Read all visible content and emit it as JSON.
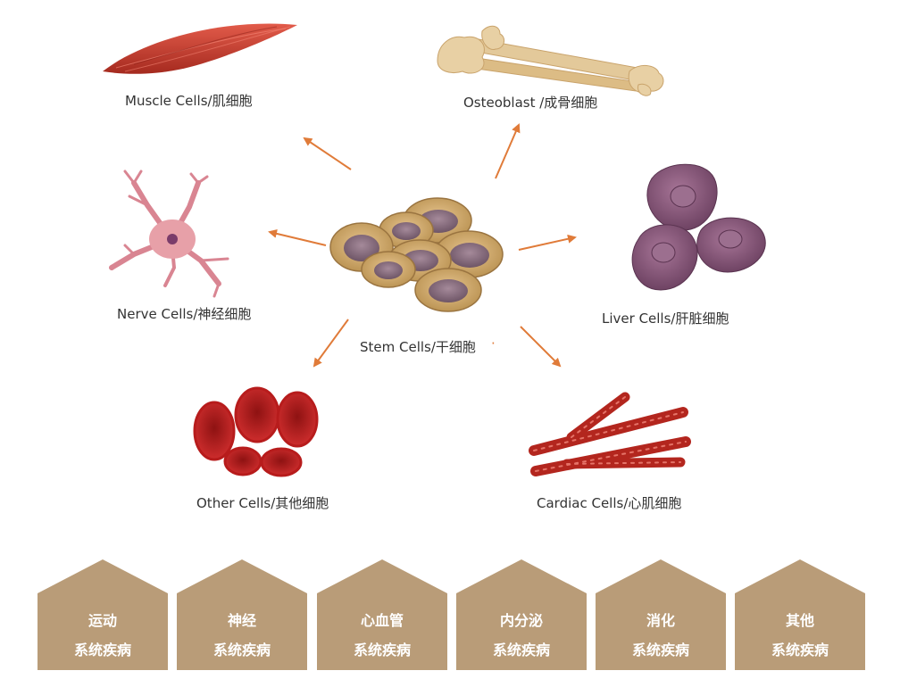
{
  "cells": {
    "stem": "Stem Cells/干细胞",
    "stem_dot": "·",
    "muscle": "Muscle Cells/肌细胞",
    "osteoblast": "Osteoblast /成骨细胞",
    "nerve": "Nerve Cells/神经细胞",
    "liver": "Liver Cells/肝脏细胞",
    "other": "Other Cells/其他细胞",
    "cardiac": "Cardiac Cells/心肌细胞"
  },
  "diseases": [
    {
      "line1": "运动",
      "line2": "系统疾病"
    },
    {
      "line1": "神经",
      "line2": "系统疾病"
    },
    {
      "line1": "心血管",
      "line2": "系统疾病"
    },
    {
      "line1": "内分泌",
      "line2": "系统疾病"
    },
    {
      "line1": "消化",
      "line2": "系统疾病"
    },
    {
      "line1": "其他",
      "line2": "系统疾病"
    }
  ],
  "colors": {
    "arrow": "#e07b39",
    "house": "#b99c78",
    "stem_cell": "#c9a46a",
    "stem_nucleus": "#8a6f80",
    "muscle": "#c0392b",
    "bone": "#e3c99a",
    "nerve": "#e7a0a8",
    "liver": "#8b5a7c",
    "blood": "#b71c1c",
    "cardiac": "#b3261e"
  },
  "icons": [
    "muscle-cell-icon",
    "bone-icon",
    "nerve-cell-icon",
    "stem-cell-icon",
    "liver-cell-icon",
    "red-blood-cell-icon",
    "cardiac-cell-icon"
  ]
}
